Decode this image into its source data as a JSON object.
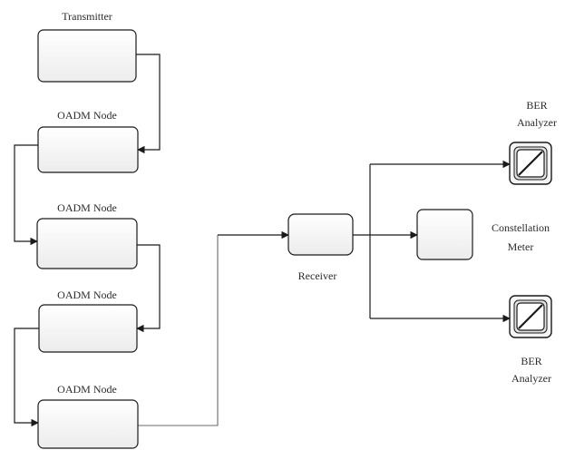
{
  "labels": {
    "transmitter": "Transmitter",
    "oadm_node_1": "OADM Node",
    "oadm_node_2": "OADM Node",
    "oadm_node_3": "OADM Node",
    "oadm_node_4": "OADM Node",
    "receiver": "Receiver",
    "constellation_line1": "Constellation",
    "constellation_line2": "Meter",
    "ber_top_line1": "BER",
    "ber_top_line2": "Analyzer",
    "ber_bottom_line1": "BER",
    "ber_bottom_line2": "Analyzer"
  },
  "colors": {
    "stroke": "#1a1a1a",
    "box_fill_top": "#ffffff",
    "box_fill_bottom": "#eeeeee",
    "label": "#2b2b2b"
  }
}
